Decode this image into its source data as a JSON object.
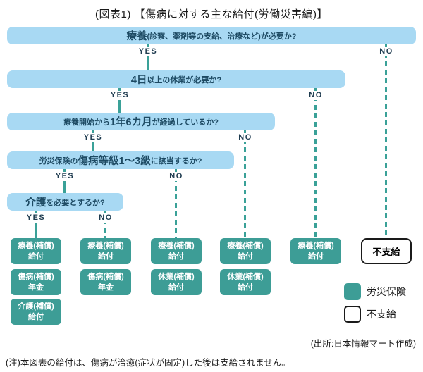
{
  "title": "(図表1) 【傷病に対する主な給付(労働災害編)】",
  "labels": {
    "yes": "YES",
    "no": "NO"
  },
  "questions": [
    {
      "pre": "",
      "em": "療養",
      "post": "(診察、薬剤等の支給、治療など)が必要か?"
    },
    {
      "pre": "",
      "em": "4日",
      "post": "以上の休業が必要か?"
    },
    {
      "pre": "療養開始から",
      "em": "1年6カ月",
      "post": "が経過しているか?"
    },
    {
      "pre": "労災保険の",
      "em": "傷病等級1〜3級",
      "post": "に該当するか?"
    },
    {
      "pre": "",
      "em": "介護",
      "post": "を必要とするか?"
    }
  ],
  "columns": [
    {
      "boxes": [
        [
          "療養(補償)",
          "給付"
        ],
        [
          "傷病(補償)",
          "年金"
        ],
        [
          "介護(補償)",
          "給付"
        ]
      ]
    },
    {
      "boxes": [
        [
          "療養(補償)",
          "給付"
        ],
        [
          "傷病(補償)",
          "年金"
        ]
      ]
    },
    {
      "boxes": [
        [
          "療養(補償)",
          "給付"
        ],
        [
          "休業(補償)",
          "給付"
        ]
      ]
    },
    {
      "boxes": [
        [
          "療養(補償)",
          "給付"
        ],
        [
          "休業(補償)",
          "給付"
        ]
      ]
    },
    {
      "boxes": [
        [
          "療養(補償)",
          "給付"
        ]
      ]
    },
    {
      "nopay": "不支給"
    }
  ],
  "legend": {
    "rosai": "労災保険",
    "nopay": "不支給"
  },
  "source": "(出所:日本情報マート作成)",
  "note": "(注)本図表の給付は、傷病が治癒(症状が固定)した後は支給されません。",
  "colors": {
    "question_bar_bg": "#a8d9f3",
    "question_bar_text": "#1d4a63",
    "teal": "#3d9d96",
    "line_teal": "#3aa198",
    "yes_no_text": "#1e3b4f"
  }
}
